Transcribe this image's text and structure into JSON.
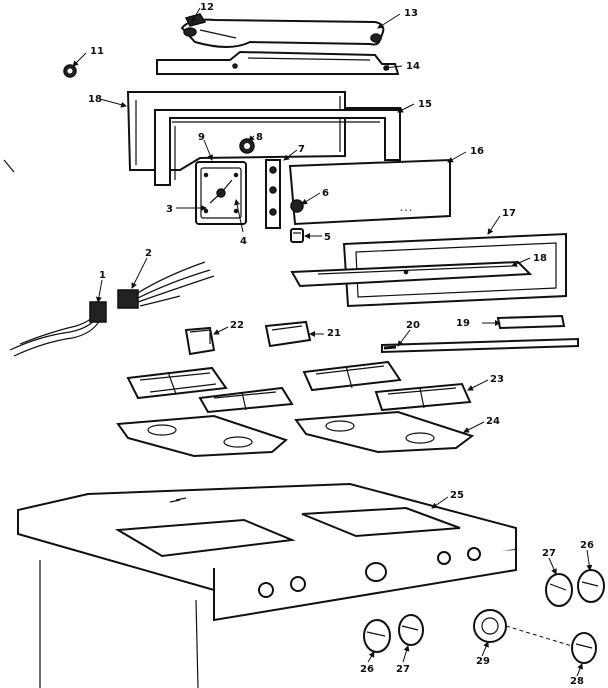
{
  "diagram": {
    "callouts": {
      "c1": "1",
      "c2": "2",
      "c3": "3",
      "c4": "4",
      "c5": "5",
      "c6": "6",
      "c7": "7",
      "c8": "8",
      "c9": "9",
      "c11": "11",
      "c12": "12",
      "c13": "13",
      "c14": "14",
      "c15": "15",
      "c16": "16",
      "c17": "17",
      "c18a": "18",
      "c18b": "18",
      "c19": "19",
      "c20": "20",
      "c21": "21",
      "c22": "22",
      "c23": "23",
      "c24": "24",
      "c25": "25",
      "c26a": "26",
      "c26b": "26",
      "c27a": "27",
      "c27b": "27",
      "c28": "28",
      "c29": "29"
    },
    "panel_text": "• • •"
  }
}
